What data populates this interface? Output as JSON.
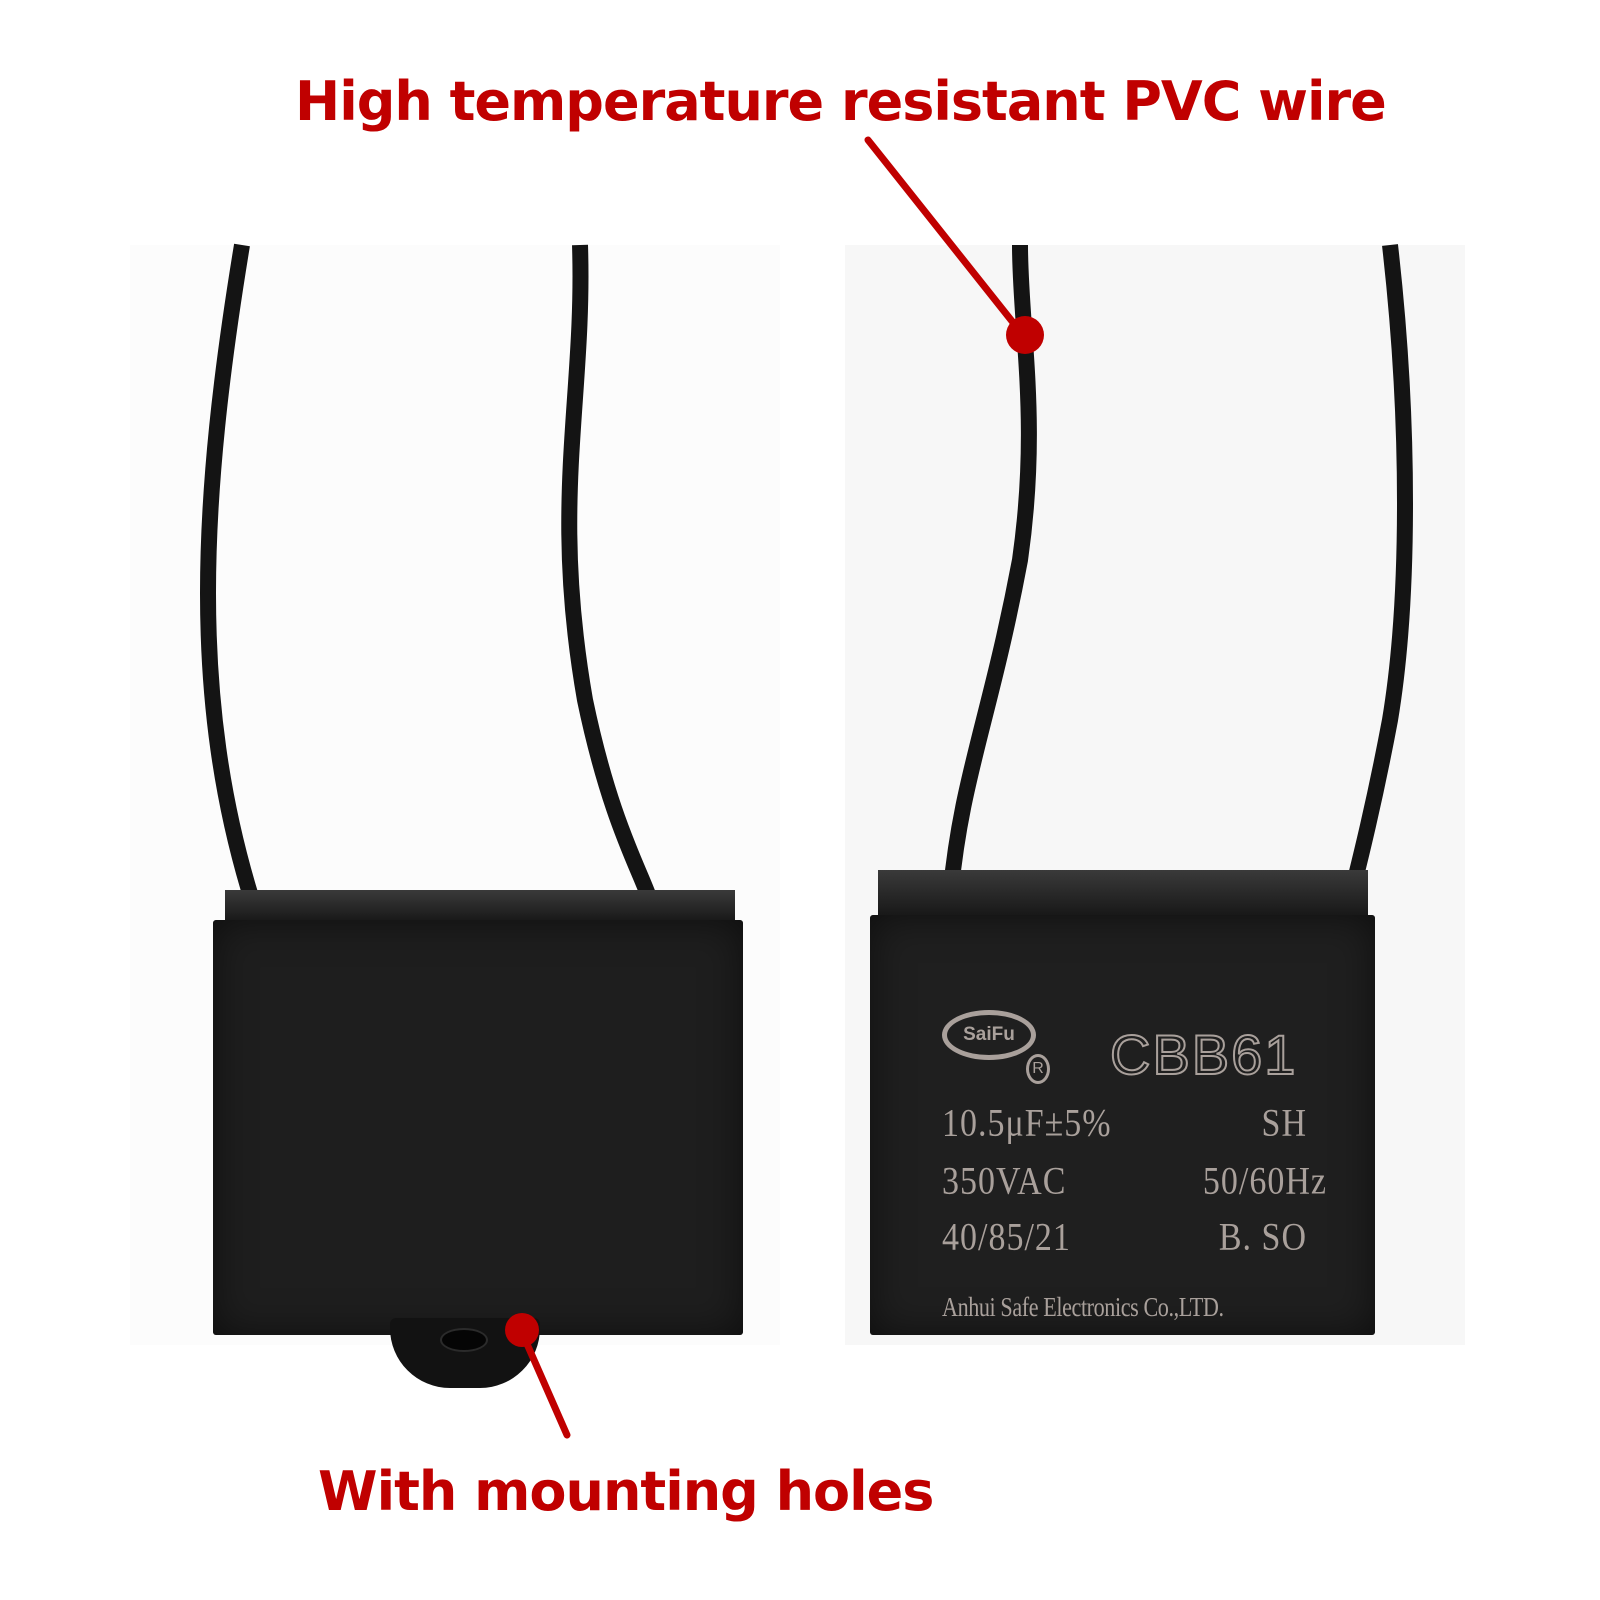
{
  "annotations": {
    "top": {
      "text": "High temperature resistant PVC wire",
      "color": "#c00000"
    },
    "bottom": {
      "text": "With mounting holes",
      "color": "#c00000"
    }
  },
  "capacitor_label": {
    "brand": "SaiFu",
    "registered_mark": "R",
    "model": "CBB61",
    "capacitance": "10.5μF±5%",
    "class": "SH",
    "voltage": "350VAC",
    "frequency": "50/60Hz",
    "climatic_category": "40/85/21",
    "safety_class": "B. SO",
    "manufacturer": "Anhui Safe Electronics Co.,LTD."
  },
  "colors": {
    "callout_red": "#c00000",
    "capacitor_body": "#1f1f1f",
    "wire": "#141414",
    "print_gray": "#a9a09b",
    "background": "#ffffff"
  }
}
